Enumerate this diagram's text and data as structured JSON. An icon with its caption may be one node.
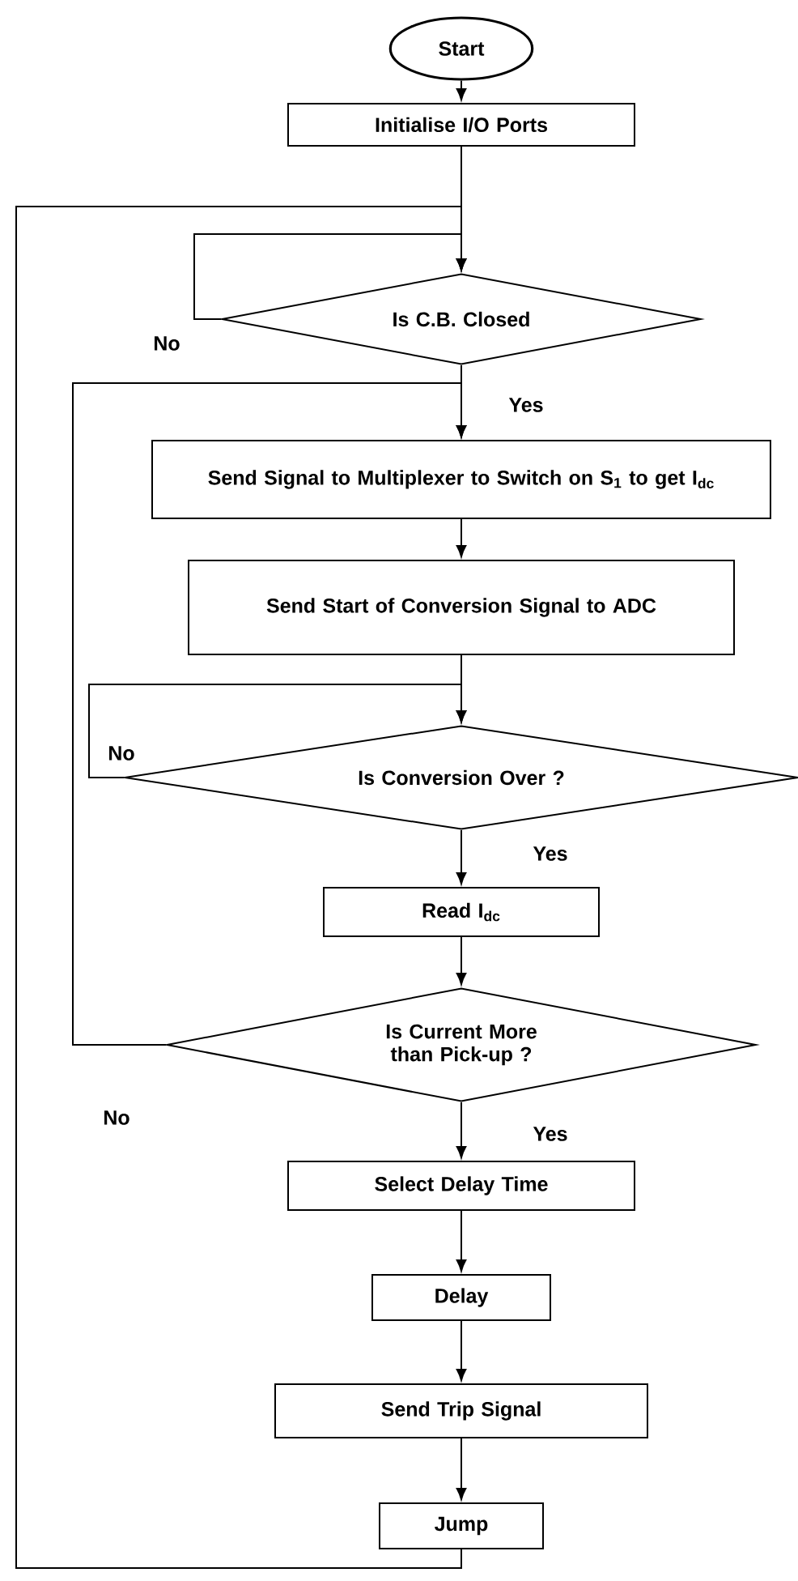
{
  "diagram": {
    "nodes": [
      {
        "text": [
          "Start"
        ]
      },
      {
        "text": [
          "Initialise I/O Ports"
        ]
      },
      {
        "text": [
          "Is C.B. Closed"
        ]
      },
      {
        "text": [
          "Send Signal to Multiplexer to Switch on S$_{1}$ to get I$_{dc}$"
        ]
      },
      {
        "text": [
          "Send Start of Conversion Signal to ADC"
        ]
      },
      {
        "text": [
          "Is Conversion Over ?"
        ]
      },
      {
        "text": [
          "Read I$_{dc}$"
        ]
      },
      {
        "text": [
          "Is Current More than Pick-up ?"
        ]
      },
      {
        "text": [
          "Select Delay Time"
        ]
      },
      {
        "text": [
          "Delay"
        ]
      },
      {
        "text": [
          "Send Trip Signal"
        ]
      },
      {
        "text": [
          "Jump"
        ]
      }
    ],
    "edges": [
      {
        "from": 0,
        "to": 1,
        "arrow": "to"
      },
      {
        "from": 1,
        "to": 2,
        "arrow": "to"
      },
      {
        "from": 2,
        "to": 2,
        "arrow": "to",
        "label": "No"
      },
      {
        "from": 2,
        "to": 3,
        "arrow": "to",
        "label": "Yes"
      },
      {
        "from": 3,
        "to": 4,
        "arrow": "to"
      },
      {
        "from": 4,
        "to": 5,
        "arrow": "to"
      },
      {
        "from": 5,
        "to": 5,
        "arrow": "to",
        "label": "No"
      },
      {
        "from": 5,
        "to": 6,
        "arrow": "to",
        "label": "Yes"
      },
      {
        "from": 6,
        "to": 7,
        "arrow": "to"
      },
      {
        "from": 7,
        "to": 3,
        "arrow": "to",
        "label": "No"
      },
      {
        "from": 7,
        "to": 8,
        "arrow": "to",
        "label": "Yes"
      },
      {
        "from": 8,
        "to": 9,
        "arrow": "to"
      },
      {
        "from": 9,
        "to": 10,
        "arrow": "to"
      },
      {
        "from": 10,
        "to": 11,
        "arrow": "to"
      },
      {
        "from": 11,
        "to": 2,
        "arrow": "to"
      }
    ]
  }
}
